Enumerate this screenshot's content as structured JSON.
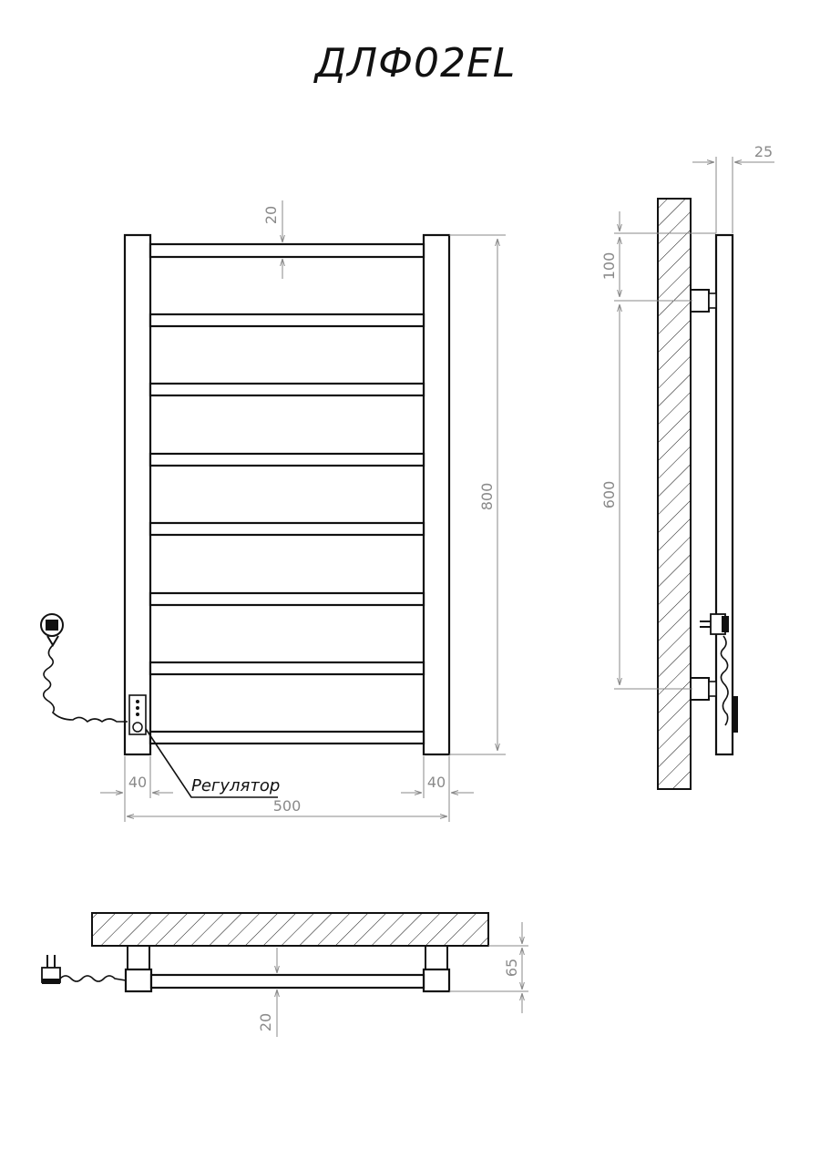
{
  "title": "ДЛФ02EL",
  "label_regulator": "Регулятор",
  "front_view": {
    "dims": {
      "bar_thickness": "20",
      "height": "800",
      "width": "500",
      "left_rail": "40",
      "right_rail": "40"
    }
  },
  "side_view": {
    "dims": {
      "offset_depth": "25",
      "top_offset": "100",
      "mount_distance": "600"
    }
  },
  "top_view": {
    "dims": {
      "wall_distance": "65",
      "bar_thickness": "20"
    }
  },
  "colors": {
    "line": "#111111",
    "dimension": "#8a8a8a"
  }
}
